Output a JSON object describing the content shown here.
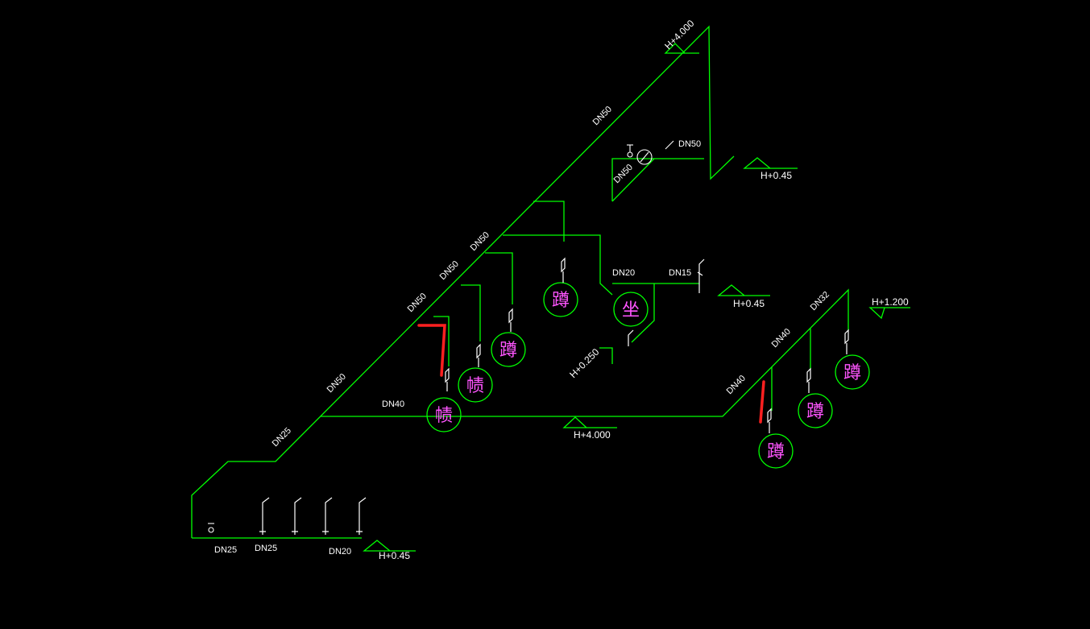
{
  "colors": {
    "background": "#000000",
    "pipe": "#00ff00",
    "annotation": "#ffffff",
    "fixture_label": "#ff55ff",
    "markup": "#ff2020"
  },
  "labels": {
    "dn50_top": "DN50",
    "dn50_upper_mid": "DN50",
    "dn50_mid": "DN50",
    "dn50_lower_mid": "DN50",
    "dn50_low": "DN50",
    "dn25_diag": "DN25",
    "dn40_horiz": "DN40",
    "dn50_short": "DN50",
    "dn50_valve": "DN50",
    "dn20_mid": "DN20",
    "dn15_mid": "DN15",
    "dn40_right_a": "DN40",
    "dn40_right_b": "DN40",
    "dn32_right": "DN32",
    "dn25_bottom_a": "DN25",
    "dn25_bottom_b": "DN25",
    "dn20_bottom": "DN20"
  },
  "elevations": {
    "top": "H+4.000",
    "right_upper": "H+0.45",
    "mid": "H+0.45",
    "center_diag": "H+0.250",
    "main_horiz": "H+4.000",
    "right_far": "H+1.200",
    "bottom": "H+0.45"
  },
  "fixtures": {
    "squat_a": "蹲",
    "squat_b": "蹲",
    "seat": "坐",
    "urinal_a": "帻",
    "urinal_b": "帻",
    "squat_c": "蹲",
    "squat_d": "蹲",
    "squat_e": "蹲"
  }
}
